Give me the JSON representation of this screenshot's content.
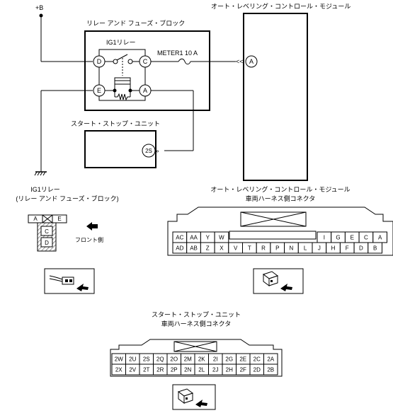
{
  "power_label": "+B",
  "relay_block": {
    "title": "リレー アンド フューズ・ブロック",
    "relay_name": "IG1リレー",
    "terminals": {
      "d": "D",
      "c": "C",
      "e": "E",
      "a": "A"
    },
    "fuse_label": "METER1 10 A"
  },
  "module": {
    "title": "オート・レベリング・コントロール・モジュール",
    "terminal": "A"
  },
  "start_stop": {
    "title": "スタート・ストップ・ユニット",
    "terminal": "2S"
  },
  "relay_view": {
    "title_line1": "IG1リレー",
    "title_line2": "(リレー アンド フューズ・ブロック)",
    "cells": {
      "a": "A",
      "e": "E",
      "c": "C",
      "d": "D"
    },
    "front_label": "フロント側"
  },
  "module_connector": {
    "title_line1": "オート・レベリング・コントロール・モジュール",
    "title_line2": "車両ハーネス側コネクタ",
    "row1_left": [
      "AC",
      "AA",
      "Y",
      "W"
    ],
    "row1_right": [
      "I",
      "G",
      "E",
      "C",
      "A"
    ],
    "row2": [
      "AD",
      "AB",
      "Z",
      "X",
      "V",
      "T",
      "R",
      "P",
      "N",
      "L",
      "J",
      "H",
      "F",
      "D",
      "B"
    ]
  },
  "ss_connector": {
    "title_line1": "スタート・ストップ・ユニット",
    "title_line2": "車両ハーネス側コネクタ",
    "row1": [
      "2W",
      "2U",
      "2S",
      "2Q",
      "2O",
      "2M",
      "2K",
      "2I",
      "2G",
      "2E",
      "2C",
      "2A"
    ],
    "row2": [
      "2X",
      "2V",
      "2T",
      "2R",
      "2P",
      "2N",
      "2L",
      "2J",
      "2H",
      "2F",
      "2D",
      "2B"
    ]
  }
}
